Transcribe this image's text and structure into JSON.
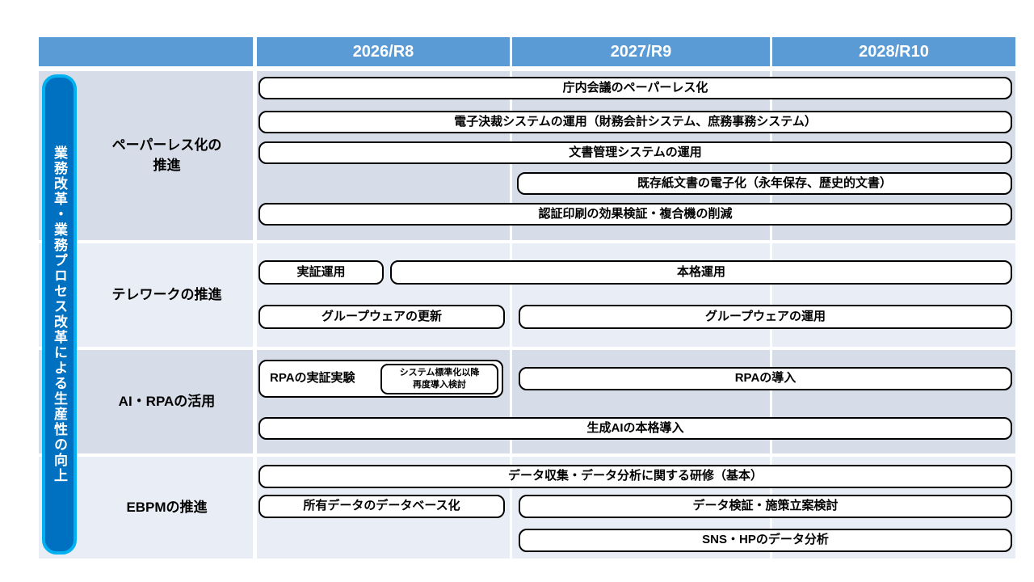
{
  "colors": {
    "header_bg": "#5B9BD5",
    "header_text": "#FFFFFF",
    "row_bg_dark": "#D6DCE8",
    "row_bg_light": "#E9EDF5",
    "banner_fill": "#0070C0",
    "banner_border": "#00B0F0",
    "bar_border": "#000000",
    "bar_fill": "#FFFFFF"
  },
  "header": {
    "years": [
      "2026/R8",
      "2027/R9",
      "2028/R10"
    ]
  },
  "side_banner": {
    "text": "業務改革・業務プロセス改革による生産性の向上"
  },
  "sections": [
    {
      "label": "ペーパーレス化の推進",
      "label_display": "ペーパーレス化の\n推進",
      "bars": [
        {
          "label": "庁内会議のペーパーレス化",
          "period": "2026-2028"
        },
        {
          "label": "電子決裁システムの運用（財務会計システム、庶務事務システム）",
          "period": "2026-2028"
        },
        {
          "label": "文書管理システムの運用",
          "period": "2026-2028"
        },
        {
          "label": "既存紙文書の電子化（永年保存、歴史的文書）",
          "period": "2027-2028"
        },
        {
          "label": "認証印刷の効果検証・複合機の削減",
          "period": "2026-2028"
        }
      ]
    },
    {
      "label": "テレワークの推進",
      "bars": [
        {
          "label": "実証運用",
          "period": "2026"
        },
        {
          "label": "本格運用",
          "period": "2026-2028"
        },
        {
          "label": "グループウェアの更新",
          "period": "2026"
        },
        {
          "label": "グループウェアの運用",
          "period": "2027-2028"
        }
      ]
    },
    {
      "label": "AI・RPAの活用",
      "bars": [
        {
          "label": "RPAの実証実験",
          "note": "システム標準化以降\n再度導入検討",
          "period": "2026"
        },
        {
          "label": "RPAの導入",
          "period": "2027-2028"
        },
        {
          "label": "生成AIの本格導入",
          "period": "2026-2028"
        }
      ]
    },
    {
      "label": "EBPMの推進",
      "bars": [
        {
          "label": "データ収集・データ分析に関する研修（基本）",
          "period": "2026-2028"
        },
        {
          "label": "所有データのデータベース化",
          "period": "2026"
        },
        {
          "label": "データ検証・施策立案検討",
          "period": "2027-2028"
        },
        {
          "label": "SNS・HPのデータ分析",
          "period": "2027-2028"
        }
      ]
    }
  ]
}
